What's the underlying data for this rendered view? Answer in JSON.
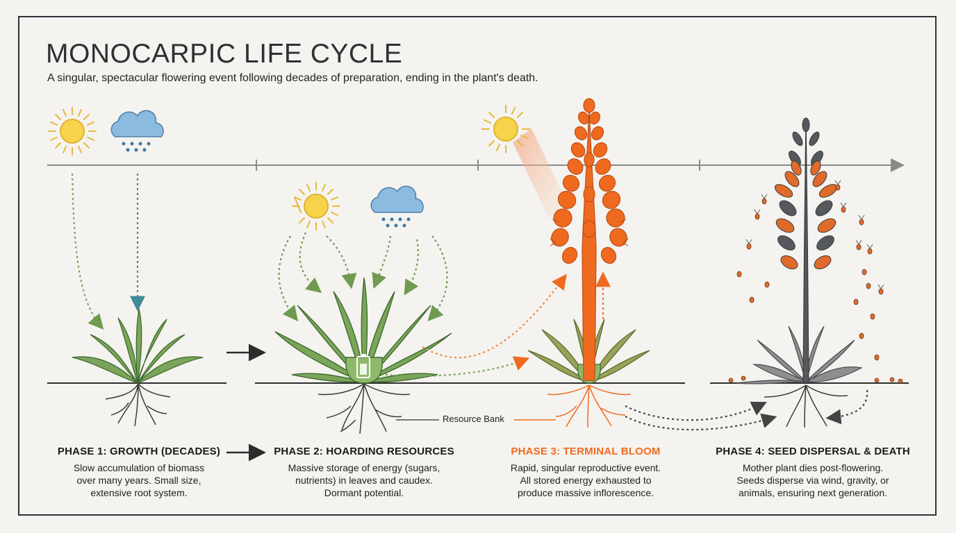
{
  "title": "MONOCARPIC LIFE CYCLE",
  "subtitle": "A singular, spectacular flowering event following decades of preparation, ending in the plant's death.",
  "resource_bank_label": "Resource Bank",
  "phases": [
    {
      "heading": "PHASE 1: GROWTH (DECADES)",
      "description": "Slow accumulation of biomass\nover many years. Small size,\nextensive root system."
    },
    {
      "heading": "PHASE 2: HOARDING RESOURCES",
      "description": "Massive storage of energy (sugars,\nnutrients) in leaves and caudex.\nDormant potential."
    },
    {
      "heading": "PHASE 3: TERMINAL BLOOM",
      "description": "Rapid, singular reproductive event.\nAll stored energy exhausted to\nproduce massive inflorescence."
    },
    {
      "heading": "PHASE 4: SEED DISPERSAL & DEATH",
      "description": "Mother plant dies post-flowering.\nSeeds disperse via wind, gravity, or\nanimals, ensuring next generation."
    }
  ],
  "colors": {
    "leaf_green": "#7aa55a",
    "bloom_orange": "#ef6a1f",
    "dead_gray": "#55585c",
    "sun_yellow": "#f2c744",
    "rain_blue": "#7fb3d6"
  },
  "icons": [
    "sun-icon",
    "rain-cloud-icon",
    "battery-icon",
    "arrow-icon"
  ]
}
